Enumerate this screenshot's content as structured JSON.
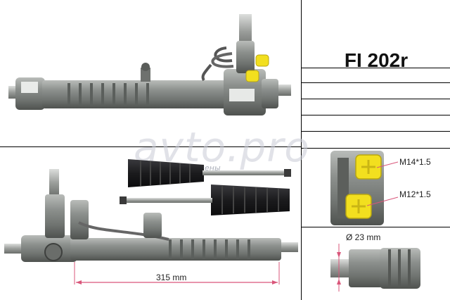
{
  "product": {
    "code": "FI 202r"
  },
  "dimensions": {
    "length": "315 mm",
    "diameter": "Ø 23 mm"
  },
  "fittings": {
    "upper": "M14*1.5",
    "lower": "M12*1.5"
  },
  "watermark": {
    "brand": "avto.pro",
    "tagline": "Запчасти найдены"
  },
  "colors": {
    "fitting_yellow": "#f2df1f",
    "boot_black": "#1b1b1d",
    "dimension_pink": "#d9567a",
    "rack_gray": "#7b7f7d"
  }
}
